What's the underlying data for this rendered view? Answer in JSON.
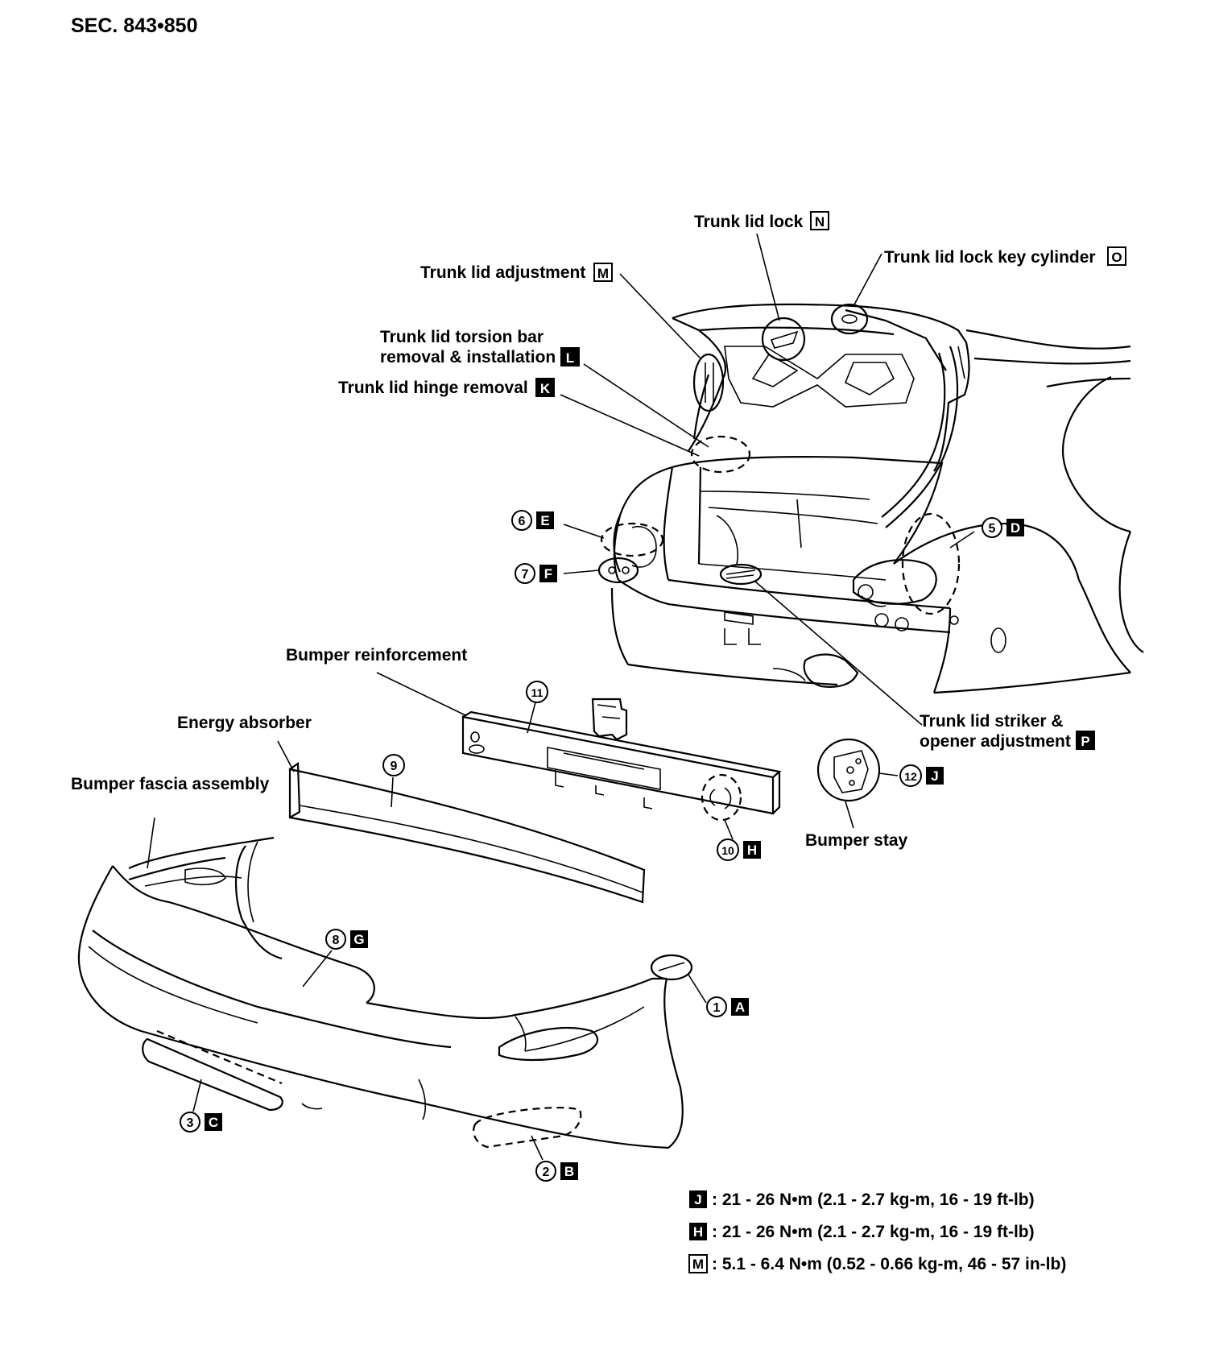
{
  "section_code": "SEC. 843•850",
  "labels": {
    "trunk_lid_lock": "Trunk lid lock",
    "trunk_lid_lock_key_cylinder": "Trunk lid lock key cylinder",
    "trunk_lid_adjustment": "Trunk lid adjustment",
    "trunk_lid_torsion_bar_line1": "Trunk lid torsion bar",
    "trunk_lid_torsion_bar_line2": "removal & installation",
    "trunk_lid_hinge_removal": "Trunk lid hinge removal",
    "bumper_reinforcement": "Bumper reinforcement",
    "energy_absorber": "Energy absorber",
    "bumper_fascia_assembly": "Bumper fascia assembly",
    "trunk_lid_striker_line1": "Trunk lid striker &",
    "trunk_lid_striker_line2": "opener adjustment",
    "bumper_stay": "Bumper stay"
  },
  "letter_codes": {
    "N": "N",
    "O": "O",
    "M": "M",
    "L": "L",
    "K": "K",
    "P": "P",
    "A": "A",
    "B": "B",
    "C": "C",
    "D": "D",
    "E": "E",
    "F": "F",
    "G": "G",
    "H": "H",
    "J": "J"
  },
  "callout_numbers": {
    "n1": "1",
    "n2": "2",
    "n3": "3",
    "n5": "5",
    "n6": "6",
    "n7": "7",
    "n8": "8",
    "n9": "9",
    "n10": "10",
    "n11": "11",
    "n12": "12"
  },
  "torque_specs": [
    {
      "code": "J",
      "text": ": 21 - 26 N•m (2.1 - 2.7 kg-m, 16 - 19 ft-lb)"
    },
    {
      "code": "H",
      "text": ": 21 - 26 N•m (2.1 - 2.7 kg-m, 16 - 19 ft-lb)"
    },
    {
      "code": "M",
      "text": ": 5.1 - 6.4 N•m (0.52 - 0.66 kg-m, 46 - 57 in-lb)"
    }
  ]
}
